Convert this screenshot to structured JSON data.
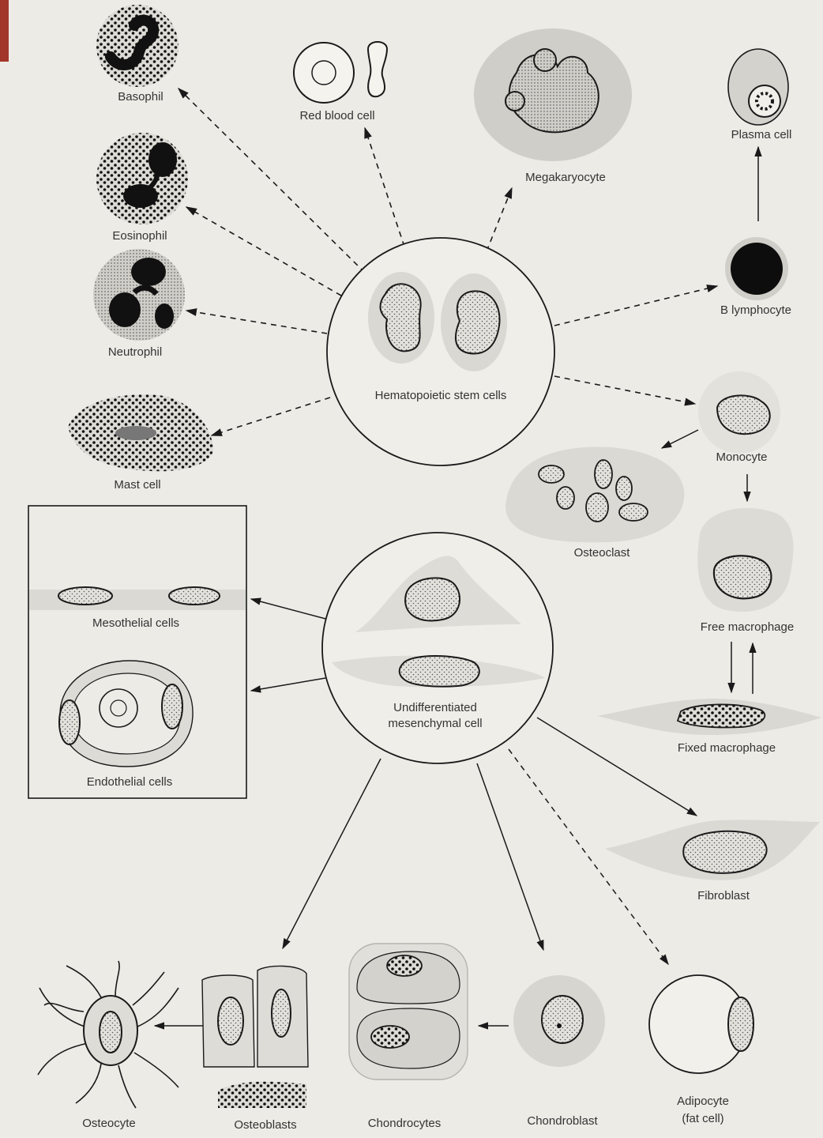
{
  "diagram": {
    "hematopoietic": {
      "center_label": "Hematopoietic stem cells",
      "cells": [
        {
          "id": "basophil",
          "label": "Basophil"
        },
        {
          "id": "rbc",
          "label": "Red blood cell"
        },
        {
          "id": "megakaryocyte",
          "label": "Megakaryocyte"
        },
        {
          "id": "plasma",
          "label": "Plasma cell"
        },
        {
          "id": "eosinophil",
          "label": "Eosinophil"
        },
        {
          "id": "neutrophil",
          "label": "Neutrophil"
        },
        {
          "id": "blymph",
          "label": "B lymphocyte"
        },
        {
          "id": "mast",
          "label": "Mast cell"
        },
        {
          "id": "monocyte",
          "label": "Monocyte"
        },
        {
          "id": "osteoclast",
          "label": "Osteoclast"
        },
        {
          "id": "freemac",
          "label": "Free macrophage"
        },
        {
          "id": "fixedmac",
          "label": "Fixed macrophage"
        }
      ]
    },
    "mesenchymal": {
      "center_label_line1": "Undifferentiated",
      "center_label_line2": "mesenchymal cell",
      "cells": [
        {
          "id": "mesothelial",
          "label": "Mesothelial cells"
        },
        {
          "id": "endothelial",
          "label": "Endothelial cells"
        },
        {
          "id": "fibroblast",
          "label": "Fibroblast"
        },
        {
          "id": "osteocyte",
          "label": "Osteocyte"
        },
        {
          "id": "osteoblasts",
          "label": "Osteoblasts"
        },
        {
          "id": "chondrocytes",
          "label": "Chondrocytes"
        },
        {
          "id": "chondroblast",
          "label": "Chondroblast"
        },
        {
          "id": "adipocyte",
          "label_line1": "Adipocyte",
          "label_line2": "(fat cell)"
        }
      ]
    },
    "colors": {
      "background": "#ecebe6",
      "ink": "#1a1a1a",
      "cytoplasm": "#d6d5cf",
      "accent_corner": "#a2362a"
    }
  }
}
